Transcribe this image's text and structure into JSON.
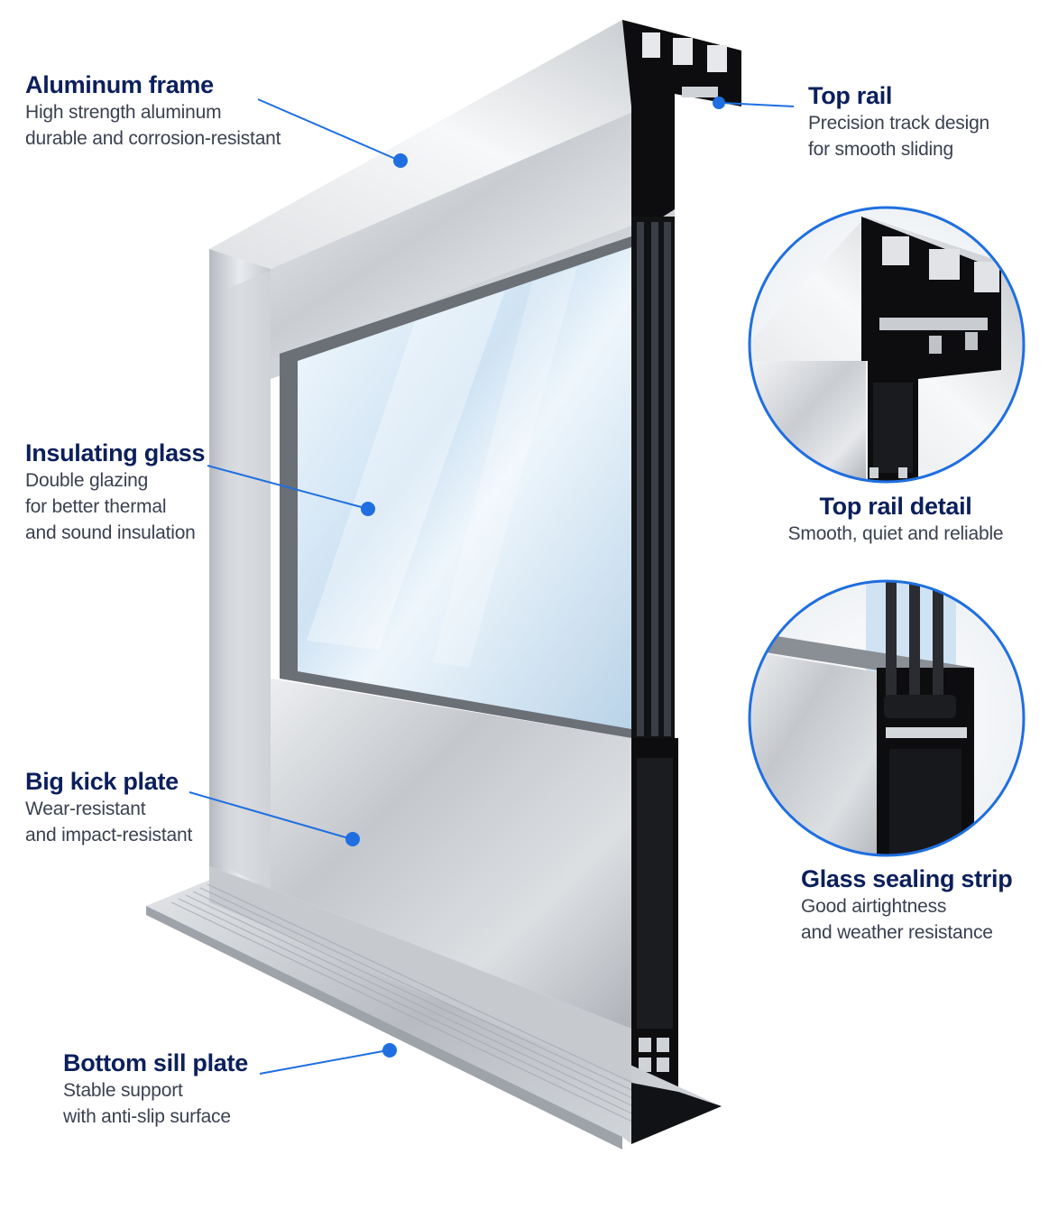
{
  "colors": {
    "title": "#0b1f5c",
    "body": "#3a4150",
    "accent": "#1f6fe0",
    "profile": "#0d0d10"
  },
  "callouts": {
    "aluminum_frame": {
      "title": "Aluminum frame",
      "lines": [
        "High strength aluminum",
        "durable and corrosion-resistant"
      ]
    },
    "top_rail": {
      "title": "Top rail",
      "lines": [
        "Precision track design",
        "for smooth sliding"
      ]
    },
    "insulating_glass": {
      "title": "Insulating glass",
      "lines": [
        "Double glazing",
        "for better thermal",
        "and sound insulation"
      ]
    },
    "top_rail_detail": {
      "title": "Top rail detail",
      "lines": [
        "Smooth, quiet and reliable"
      ]
    },
    "big_kick_plate": {
      "title": "Big kick plate",
      "lines": [
        "Wear-resistant",
        "and impact-resistant"
      ]
    },
    "glass_sealing_strip": {
      "title": "Glass sealing strip",
      "lines": [
        "Good airtightness",
        "and weather resistance"
      ]
    },
    "bottom_sill_plate": {
      "title": "Bottom sill plate",
      "lines": [
        "Stable support",
        "with anti-slip surface"
      ]
    }
  }
}
